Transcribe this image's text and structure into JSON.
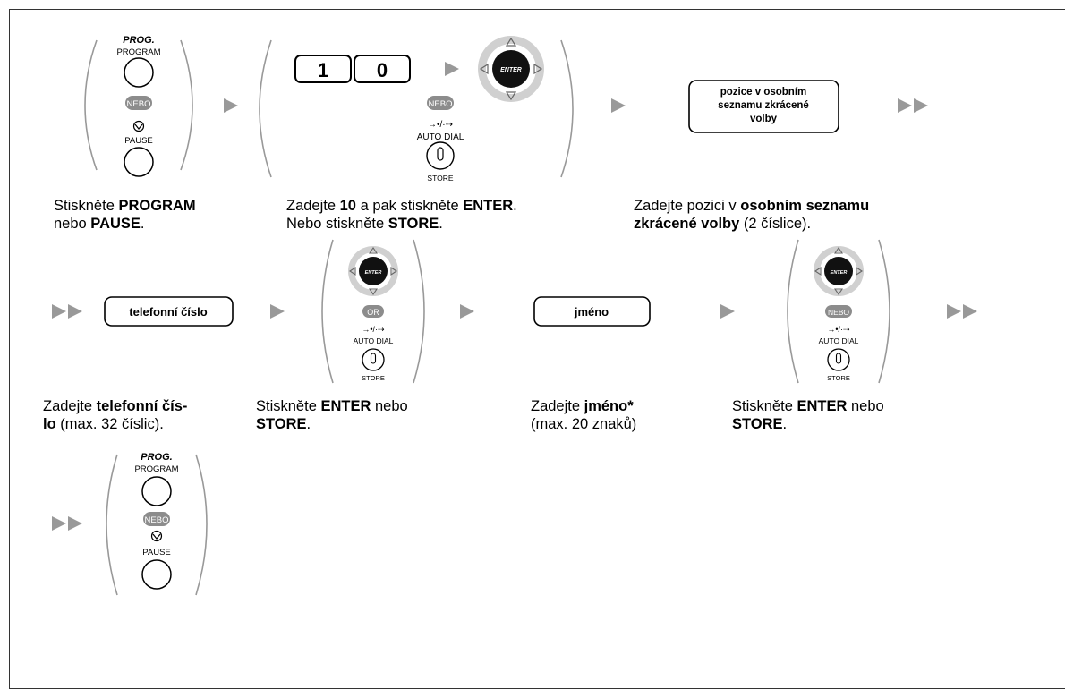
{
  "keys": {
    "prog_italic": "PROG.",
    "program": "PROGRAM",
    "pause": "PAUSE",
    "nebo": "NEBO",
    "or": "OR",
    "enter": "ENTER",
    "auto_dial": "AUTO DIAL",
    "store": "STORE",
    "auto_dial_symbol": "→•/·⇢",
    "hold_symbol": "⊛",
    "digit_1": "1",
    "digit_0": "0"
  },
  "boxes": {
    "speed_dial_position": [
      "pozice v osobním",
      "seznamu zkrácené",
      "volby"
    ],
    "phone_number": "telefonní číslo",
    "name": "jméno"
  },
  "captions": {
    "step1": {
      "l1_pre": "Stiskněte ",
      "l1_b": "PROGRAM",
      "l2_pre": "nebo ",
      "l2_b": "PAUSE",
      "l2_post": "."
    },
    "step2": {
      "l1_pre": "Zadejte ",
      "l1_b1": "10",
      "l1_mid": " a pak stiskněte ",
      "l1_b2": "ENTER",
      "l1_post": ".",
      "l2_pre": "Nebo stiskněte ",
      "l2_b": "STORE",
      "l2_post": "."
    },
    "step3": {
      "l1_pre": "Zadejte pozici v ",
      "l1_b": "osobním seznamu",
      "l2_b": "zkrácené volby",
      "l2_post": " (2 číslice)."
    },
    "step4": {
      "l1_pre": "Zadejte ",
      "l1_b": "telefonní čís-",
      "l2_b": "lo",
      "l2_post": " (max. 32 číslic)."
    },
    "step5": {
      "l1_pre": "Stiskněte ",
      "l1_b": "ENTER",
      "l1_post": " nebo",
      "l2_b": "STORE",
      "l2_post": "."
    },
    "step6": {
      "l1_pre": "Zadejte ",
      "l1_b": "jméno*",
      "l2": "(max. 20 znaků)"
    },
    "step7": {
      "l1_pre": "Stiskněte ",
      "l1_b": "ENTER",
      "l1_post": " nebo",
      "l2_b": "STORE",
      "l2_post": "."
    }
  }
}
